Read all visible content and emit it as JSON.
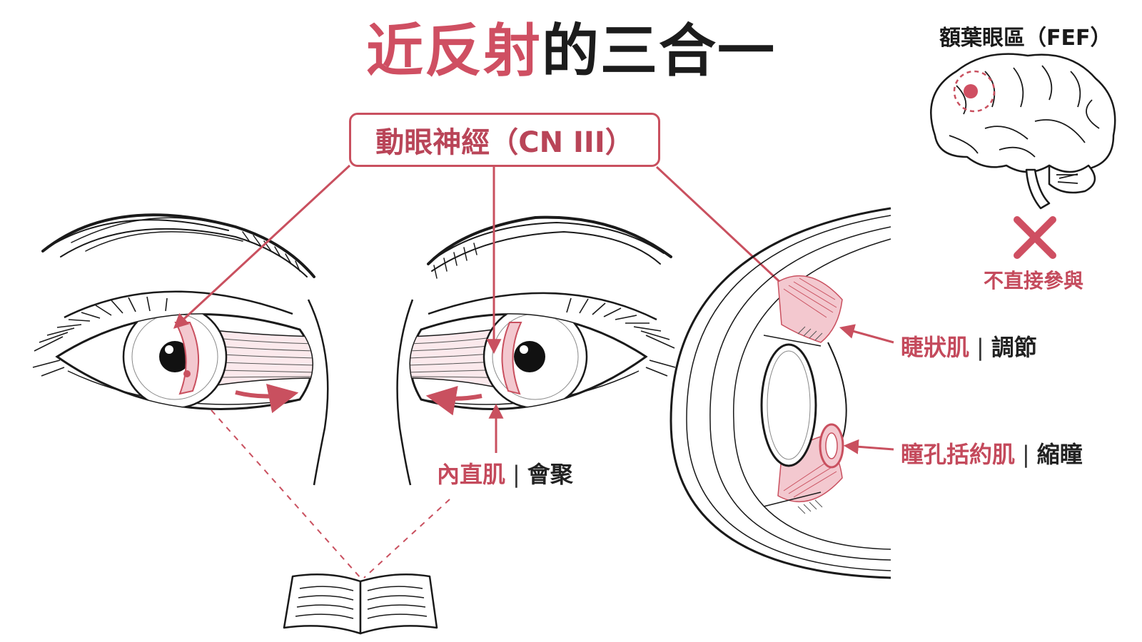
{
  "title": {
    "accent": "近反射",
    "rest": "的三合一"
  },
  "nerve": {
    "label": "動眼神經（CN III）"
  },
  "medial_rectus": {
    "name": "內直肌",
    "sep": "|",
    "function": "會聚"
  },
  "ciliary": {
    "name": "睫狀肌",
    "sep": "|",
    "function": "調節"
  },
  "sphincter": {
    "name": "瞳孔括約肌",
    "sep": "|",
    "function": "縮瞳"
  },
  "fef": {
    "label": "額葉眼區（FEF）",
    "note": "不直接參與"
  },
  "colors": {
    "accent": "#cf4f62",
    "muscle": "#f3c8cf",
    "line": "#1a1a1a"
  }
}
